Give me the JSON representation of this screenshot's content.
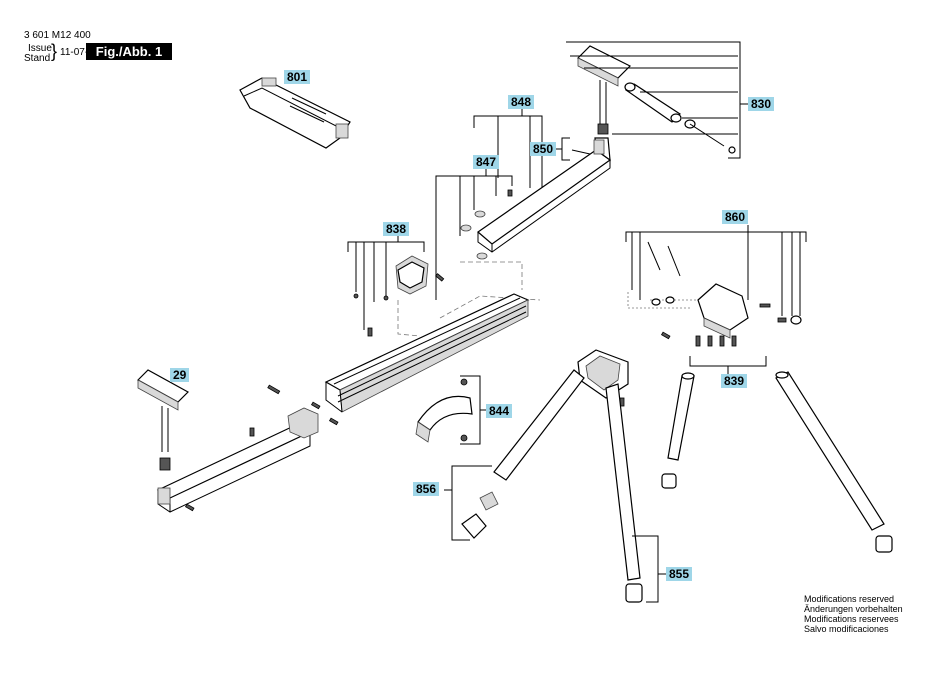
{
  "header": {
    "doc_number": "3 601 M12 400",
    "issue_label": "Issue",
    "stand_label": "Stand",
    "date": "11-07-27",
    "figure_label": "Fig./Abb. 1"
  },
  "callouts": {
    "c801": "801",
    "c848": "848",
    "c830": "830",
    "c847": "847",
    "c850": "850",
    "c838": "838",
    "c860": "860",
    "c29": "29",
    "c844": "844",
    "c839": "839",
    "c856": "856",
    "c855": "855"
  },
  "notes": [
    "Modifications reserved",
    "Änderungen vorbehalten",
    "Modifications reservees",
    "Salvo modificaciones"
  ],
  "colors": {
    "callout_background": "#9fd6e8",
    "figure_label_background": "#000000"
  }
}
